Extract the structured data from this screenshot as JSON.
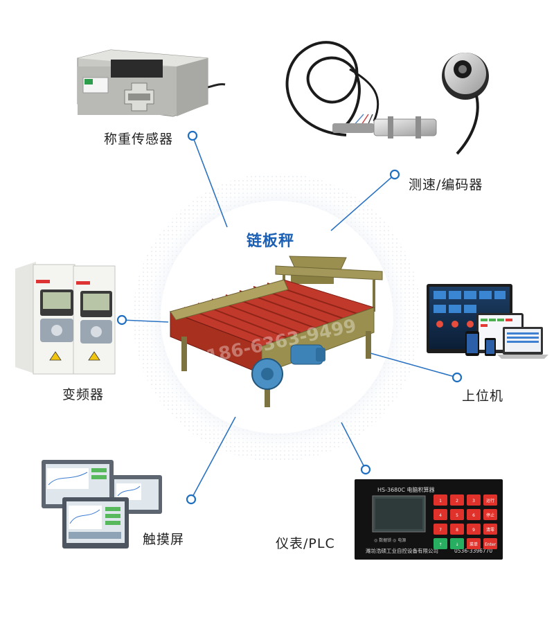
{
  "center": {
    "title": "链板秤",
    "watermark": "186-6363-9499"
  },
  "components": [
    {
      "id": "load-cell",
      "label": "称重传感器"
    },
    {
      "id": "speed-encoder",
      "label": "测速/编码器"
    },
    {
      "id": "vfd",
      "label": "变频器"
    },
    {
      "id": "host-computer",
      "label": "上位机"
    },
    {
      "id": "touchscreen",
      "label": "触摸屏"
    },
    {
      "id": "meter-plc",
      "label": "仪表/PLC"
    }
  ],
  "meter": {
    "model": "HS-3680C 电脑积算器",
    "company": "潍坊浩硕工业自控设备有限公司",
    "phone": "0536-3396770",
    "indicators": "◎ 数据锁  ◎ 电源",
    "keys": [
      "1",
      "2",
      "3",
      "运行",
      "4",
      "5",
      "6",
      "停止",
      "7",
      "8",
      "9",
      "清零",
      "↑",
      "↓",
      "菜单",
      "Enter"
    ]
  },
  "colors": {
    "accent": "#1a5fb4",
    "line": "#2a72c2",
    "node_stroke": "#1f6fc0",
    "chain_red": "#c0392b",
    "frame_olive": "#9a8f4e",
    "motor_blue": "#3d83b8"
  }
}
